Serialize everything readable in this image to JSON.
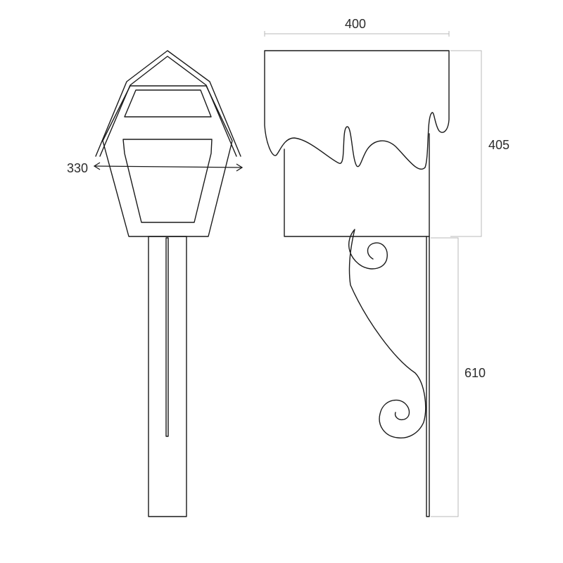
{
  "dimensions": {
    "front_width": "330",
    "side_width": "400",
    "head_height": "405",
    "pole_height": "610"
  },
  "colors": {
    "line": "#1a1a1a",
    "dimension_line": "#b9b9b9",
    "background": "#ffffff"
  }
}
